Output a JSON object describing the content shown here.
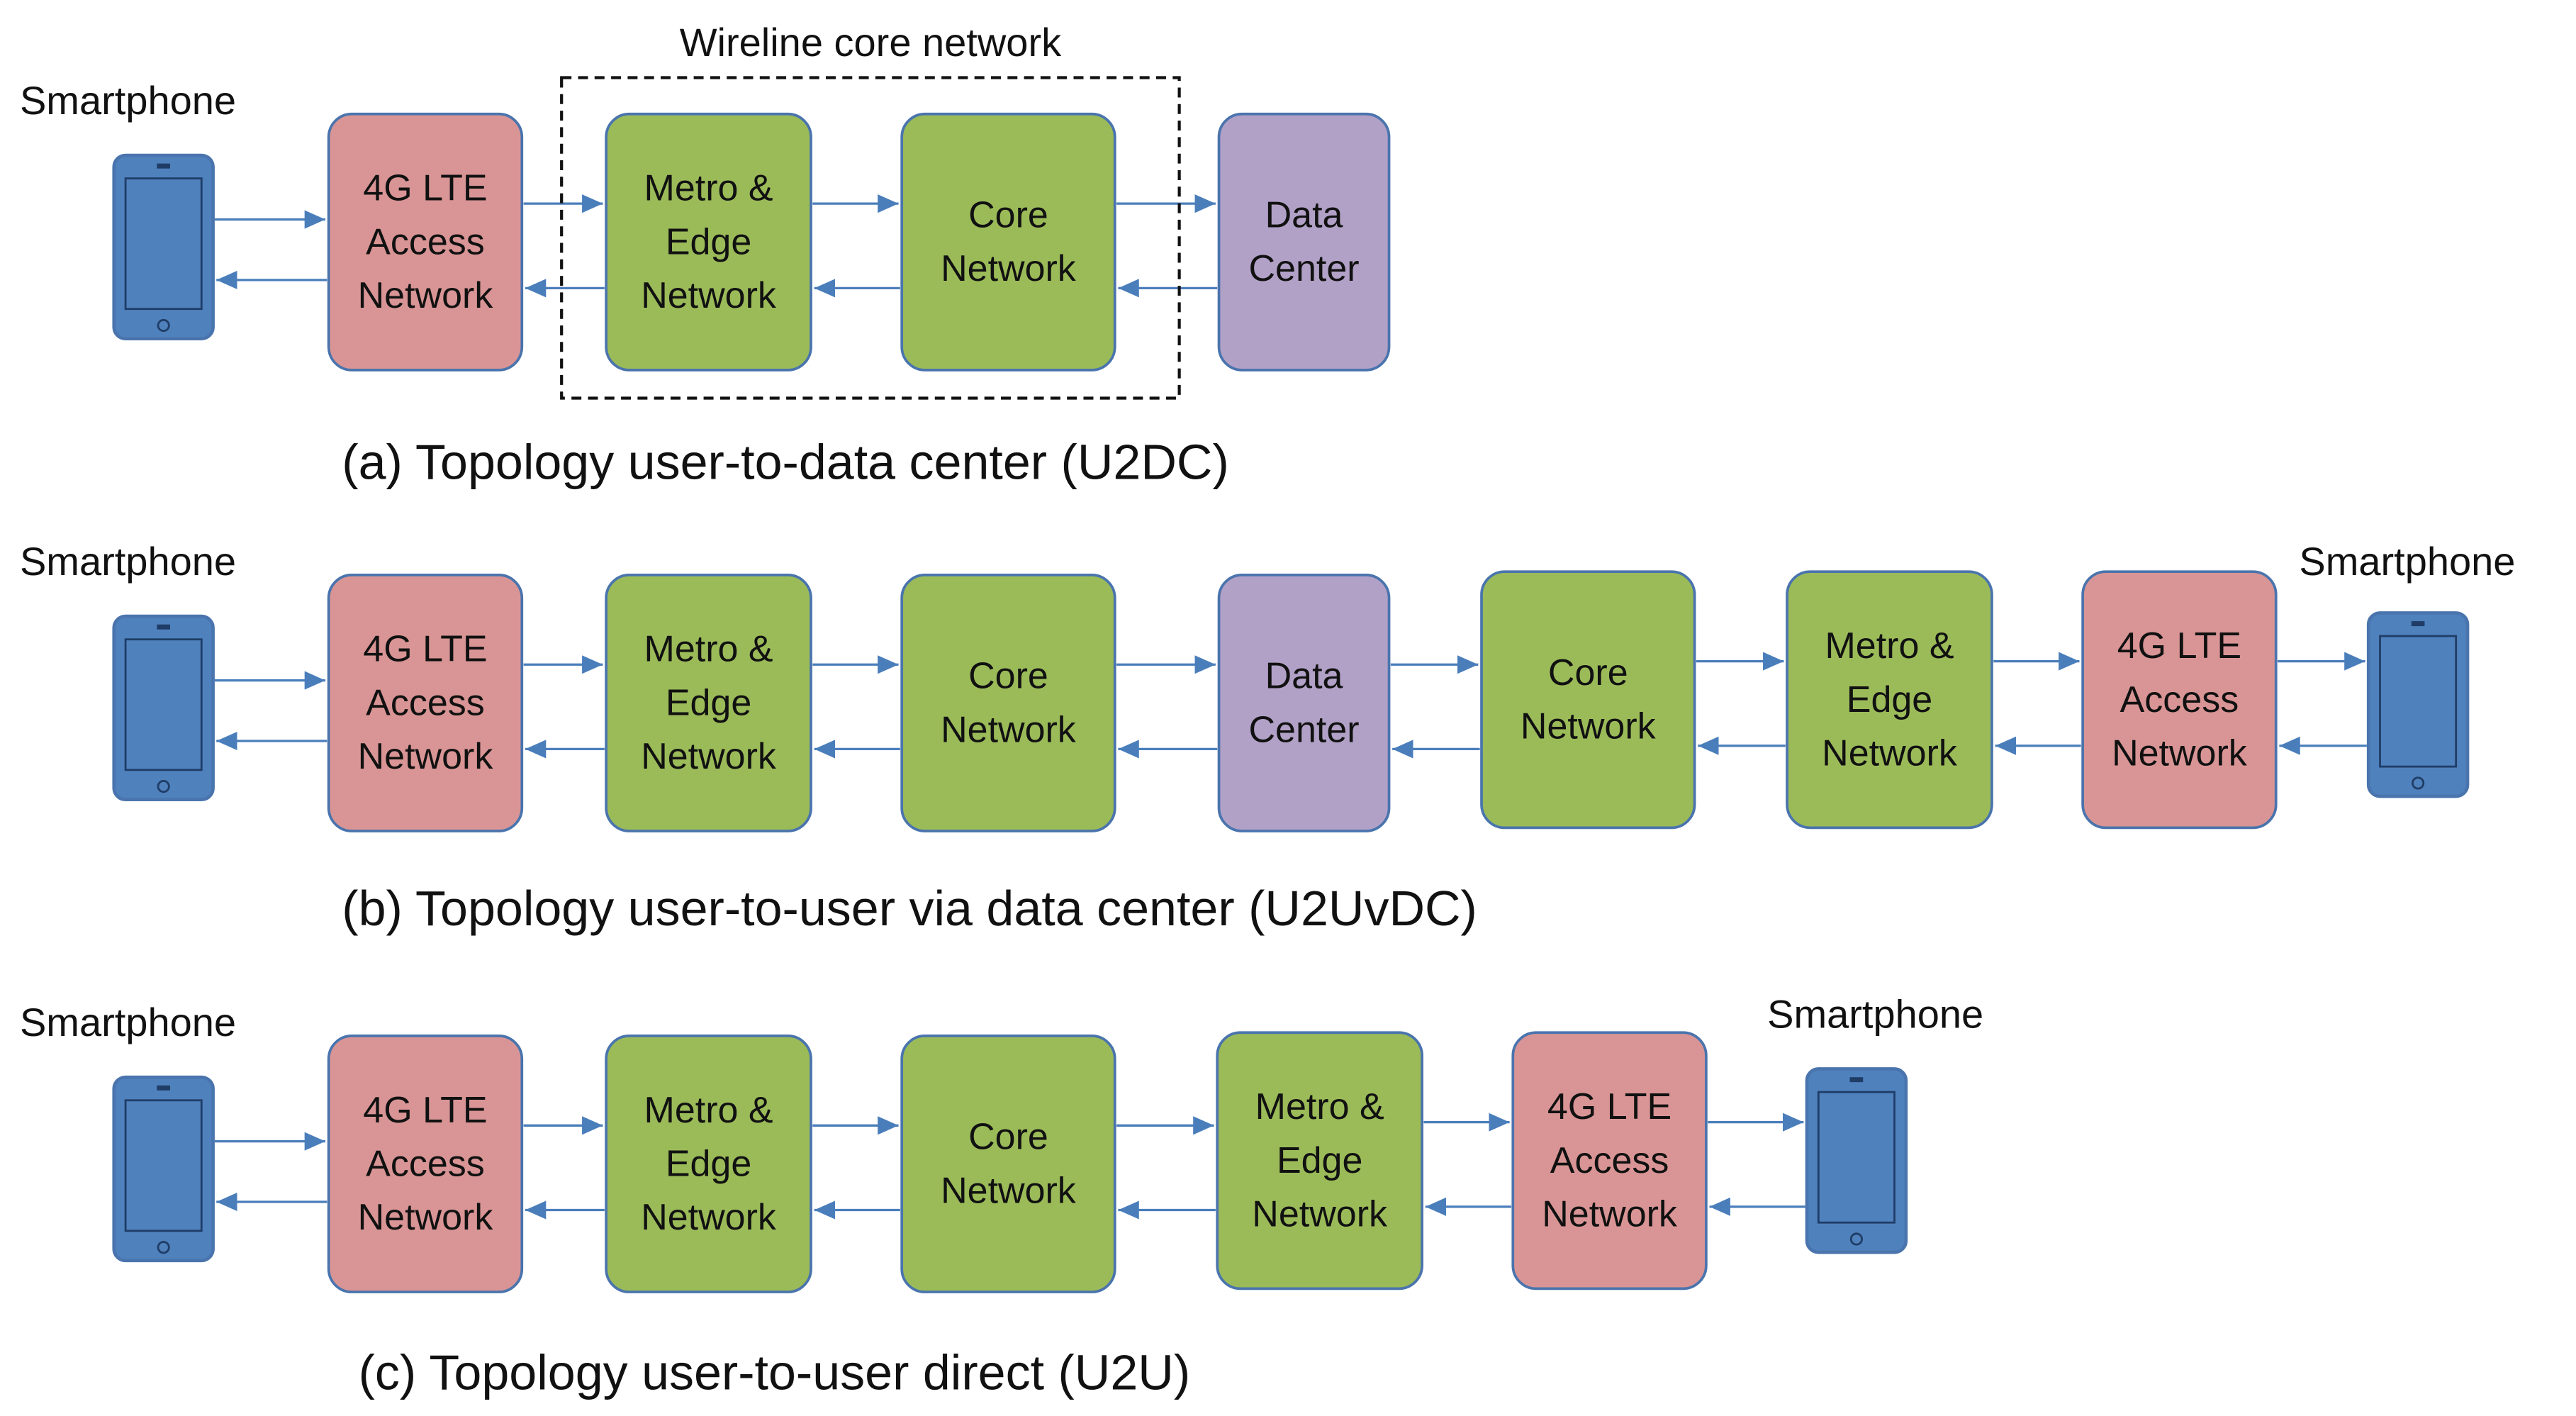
{
  "colors": {
    "access": "#d99595",
    "network": "#9bbb59",
    "datacenter": "#b2a1c7",
    "phone": "#4f81bd",
    "stroke": "#4a74ad",
    "arrow": "#4a7ebb"
  },
  "wireline_label": "Wireline core network",
  "rows": [
    {
      "caption": "(a) Topology user-to-data center (U2DC)",
      "left_phone_label": "Smartphone",
      "right_phone_label": null,
      "nodes": [
        {
          "kind": "access",
          "lines": [
            "4G LTE",
            "Access",
            "Network"
          ]
        },
        {
          "kind": "network",
          "lines": [
            "Metro &",
            "Edge",
            "Network"
          ]
        },
        {
          "kind": "network",
          "lines": [
            "Core",
            "Network"
          ]
        },
        {
          "kind": "datacenter",
          "lines": [
            "Data",
            "Center"
          ]
        }
      ]
    },
    {
      "caption": "(b) Topology user-to-user via data center (U2UvDC)",
      "left_phone_label": "Smartphone",
      "right_phone_label": "Smartphone",
      "nodes": [
        {
          "kind": "access",
          "lines": [
            "4G LTE",
            "Access",
            "Network"
          ]
        },
        {
          "kind": "network",
          "lines": [
            "Metro &",
            "Edge",
            "Network"
          ]
        },
        {
          "kind": "network",
          "lines": [
            "Core",
            "Network"
          ]
        },
        {
          "kind": "datacenter",
          "lines": [
            "Data",
            "Center"
          ]
        },
        {
          "kind": "network",
          "lines": [
            "Core",
            "Network"
          ]
        },
        {
          "kind": "network",
          "lines": [
            "Metro &",
            "Edge",
            "Network"
          ]
        },
        {
          "kind": "access",
          "lines": [
            "4G LTE",
            "Access",
            "Network"
          ]
        }
      ]
    },
    {
      "caption": "(c) Topology user-to-user direct (U2U)",
      "left_phone_label": "Smartphone",
      "right_phone_label": "Smartphone",
      "nodes": [
        {
          "kind": "access",
          "lines": [
            "4G LTE",
            "Access",
            "Network"
          ]
        },
        {
          "kind": "network",
          "lines": [
            "Metro &",
            "Edge",
            "Network"
          ]
        },
        {
          "kind": "network",
          "lines": [
            "Core",
            "Network"
          ]
        },
        {
          "kind": "network",
          "lines": [
            "Metro &",
            "Edge",
            "Network"
          ]
        },
        {
          "kind": "access",
          "lines": [
            "4G LTE",
            "Access",
            "Network"
          ]
        }
      ]
    }
  ]
}
